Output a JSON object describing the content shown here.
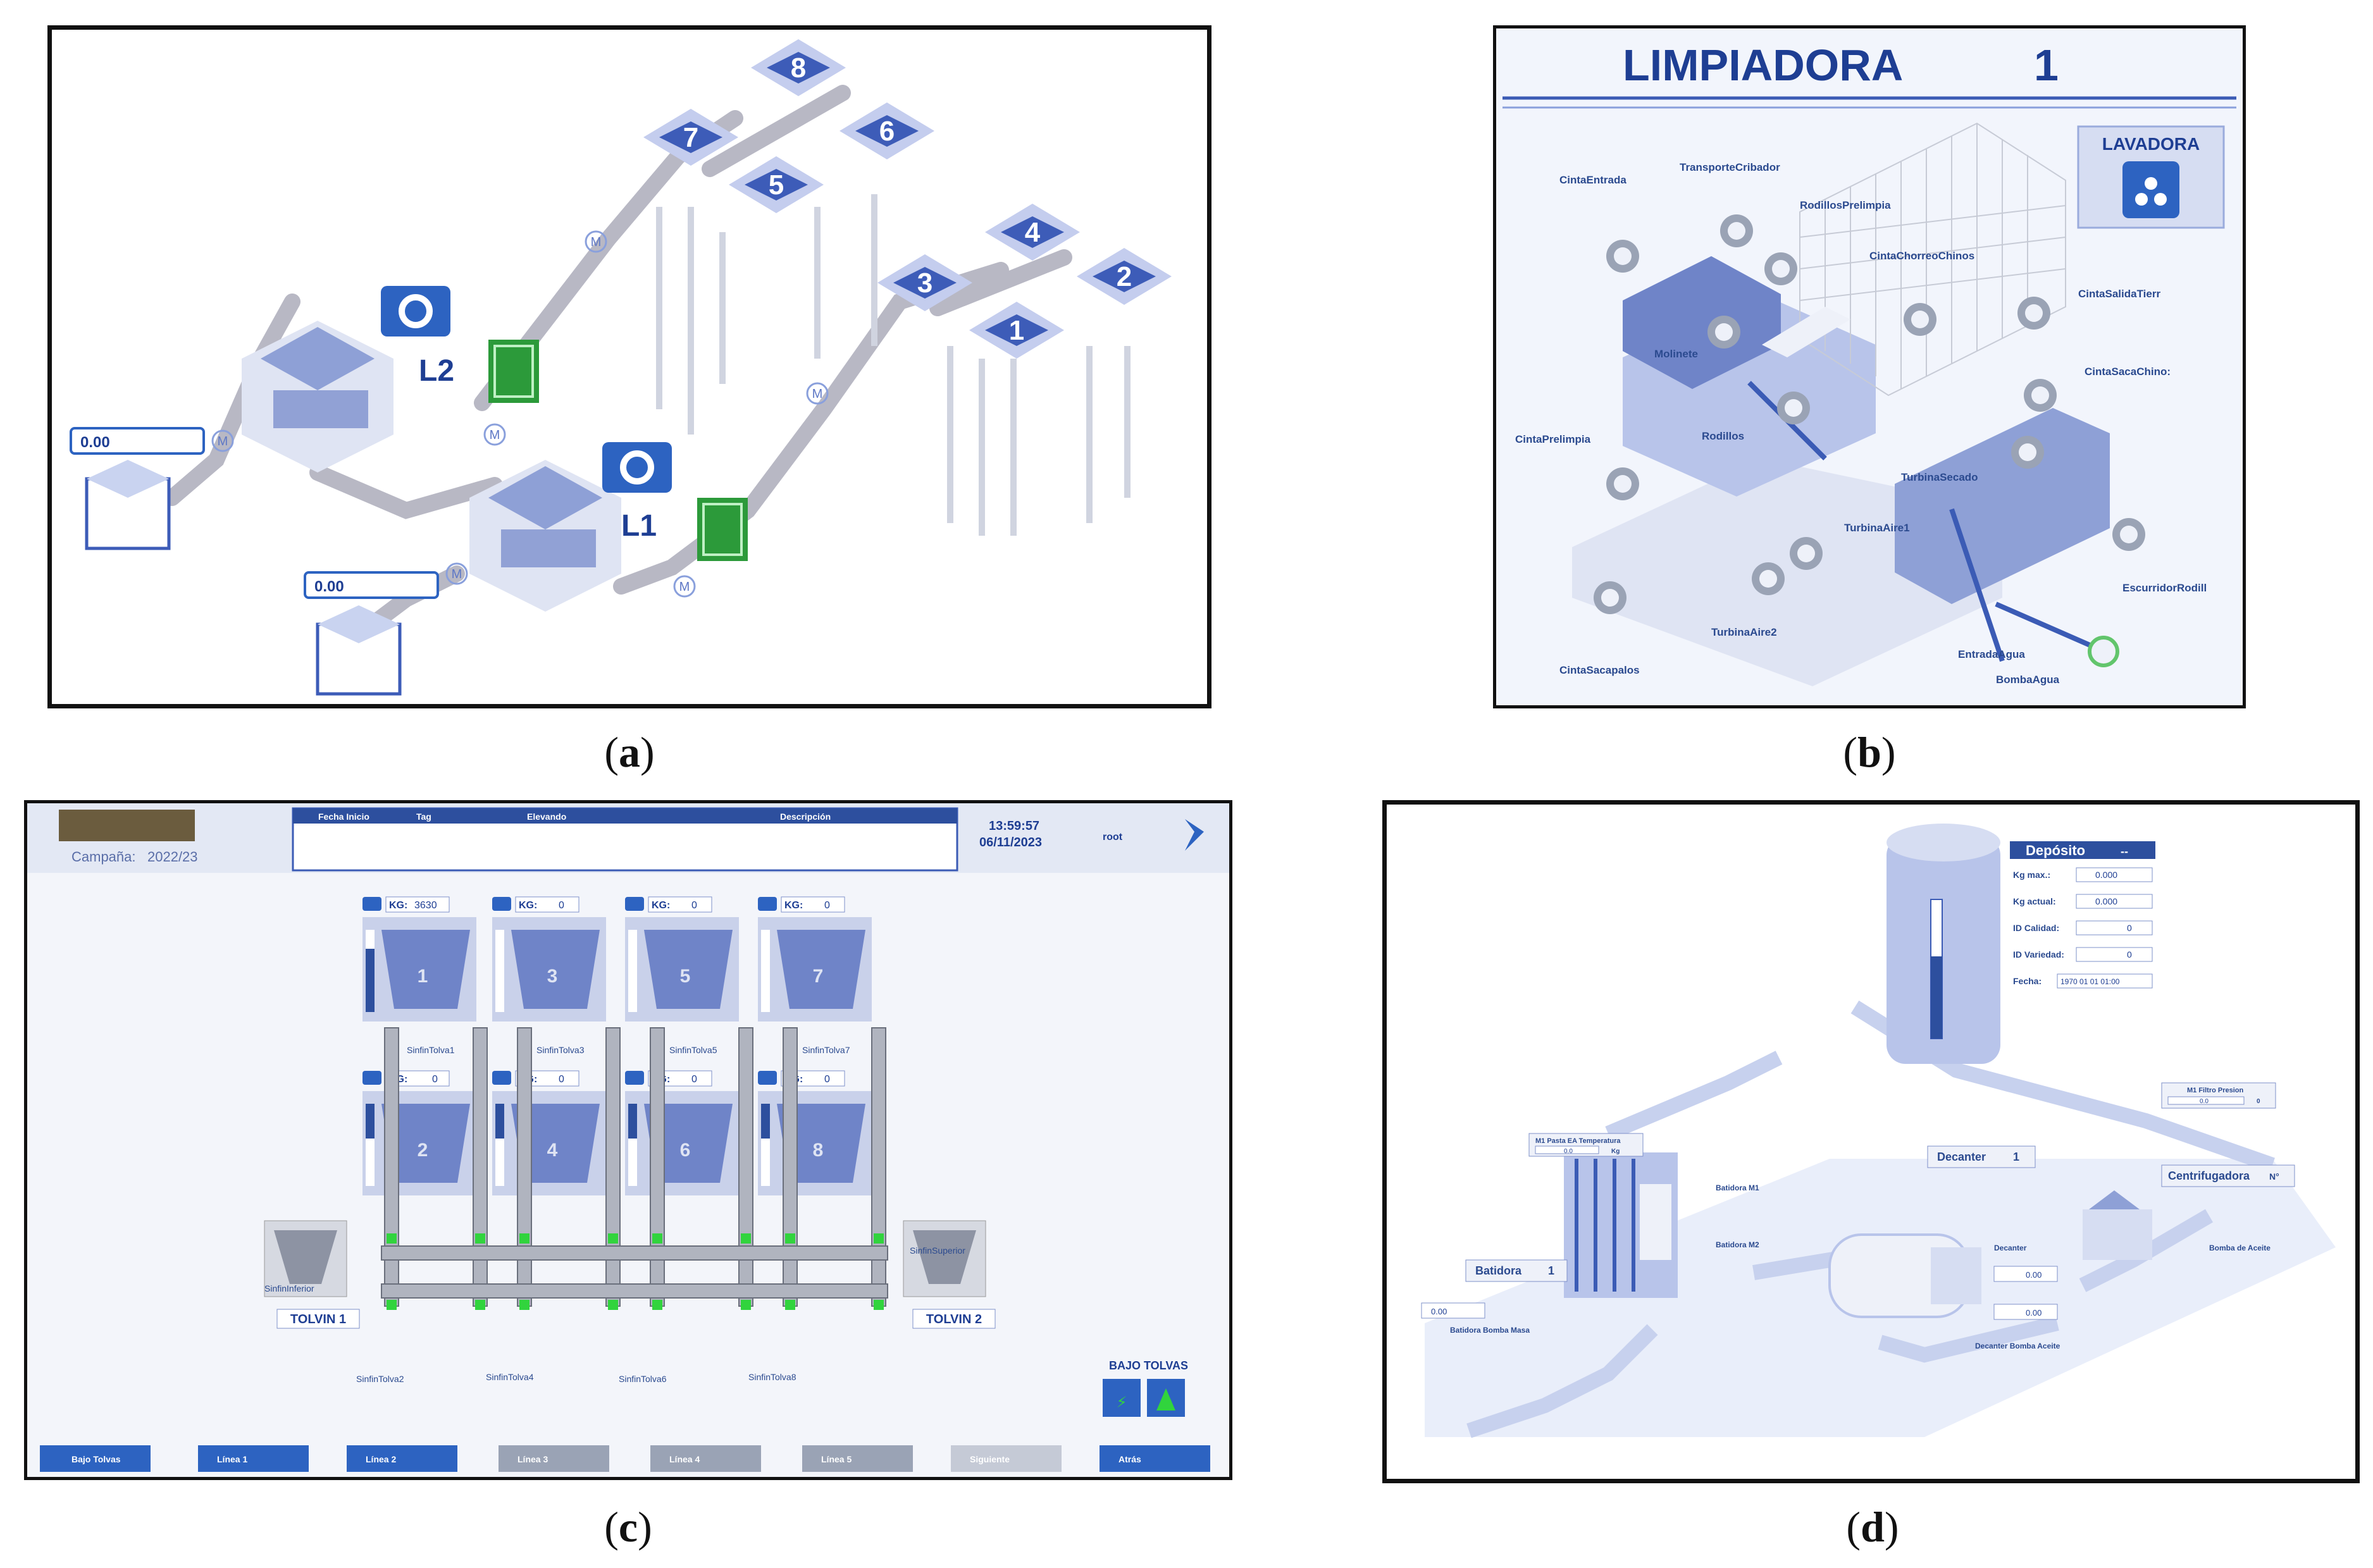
{
  "captions": {
    "a": "a",
    "b": "b",
    "c": "c",
    "d": "d"
  },
  "panel_a": {
    "hoppers": [
      "8",
      "7",
      "6",
      "5",
      "4",
      "3",
      "2",
      "1"
    ],
    "line_labels": [
      "L2",
      "L1"
    ],
    "value_fields": [
      "0.00",
      "0.00"
    ],
    "motor_symbol": "M"
  },
  "panel_b": {
    "title": "LIMPIADORA",
    "title_number": "1",
    "lavadora_label": "LAVADORA",
    "motors": [
      "CintaEntrada",
      "TransporteCribador",
      "RodillosPrelimpia",
      "CintaChorreoChinos",
      "CintaSalidaTierr",
      "CintaSacaChino:",
      "Molinete",
      "Rodillos",
      "CintaPrelimpia",
      "TurbinaSecado",
      "TurbinaAire1",
      "TurbinaAire2",
      "EscurridorRodill",
      "EntradaAgua",
      "BombaAgua",
      "CintaSacapalos"
    ]
  },
  "panel_c": {
    "campaign_label": "Campaña:",
    "campaign_value": "2022/23",
    "alarm_headers": [
      "Fecha Inicio",
      "Tag",
      "Elevando",
      "Descripción"
    ],
    "time": "13:59:57",
    "date": "06/11/2023",
    "user": "root",
    "kg_label": "KG:",
    "hoppers_top": [
      {
        "num": "1",
        "kg": "3630",
        "sinfin": "SinfinTolva1"
      },
      {
        "num": "3",
        "kg": "0",
        "sinfin": "SinfinTolva3"
      },
      {
        "num": "5",
        "kg": "0",
        "sinfin": "SinfinTolva5"
      },
      {
        "num": "7",
        "kg": "0",
        "sinfin": "SinfinTolva7"
      }
    ],
    "hoppers_bottom": [
      {
        "num": "2",
        "kg": "0",
        "sinfin": "SinfinTolva2"
      },
      {
        "num": "4",
        "kg": "0",
        "sinfin": "SinfinTolva4"
      },
      {
        "num": "6",
        "kg": "0",
        "sinfin": "SinfinTolva6"
      },
      {
        "num": "8",
        "kg": "0",
        "sinfin": "SinfinTolva8"
      }
    ],
    "left_conveyor": "SinfinInferior",
    "right_conveyor": "SinfinSuperior",
    "tolvin1": "TOLVIN 1",
    "tolvin2": "TOLVIN 2",
    "bajo_tolvas": "BAJO TOLVAS",
    "nav_buttons": [
      "Bajo Tolvas",
      "Línea 1",
      "Línea 2",
      "Línea 3",
      "Línea 4",
      "Línea 5",
      "Siguiente",
      "Atrás"
    ]
  },
  "panel_d": {
    "deposito_title": "Depósito",
    "deposito_suffix": "--",
    "deposito_rows": [
      {
        "label": "Kg max.:",
        "value": "0.000"
      },
      {
        "label": "Kg actual:",
        "value": "0.000"
      },
      {
        "label": "ID Calidad:",
        "value": "0"
      },
      {
        "label": "ID Variedad:",
        "value": "0"
      },
      {
        "label": "Fecha:",
        "value": "1970 01 01 01:00"
      }
    ],
    "batidora_temp_title": "M1 Pasta EA Temperatura",
    "batidora_temp_value": "0.0",
    "batidora_temp_unit": "Kg",
    "filter_title": "M1 Filtro Presion",
    "filter_value": "0.0",
    "filter_unit": "0",
    "decanter_label": "Decanter",
    "decanter_num": "1",
    "batidora_label": "Batidora",
    "batidora_num": "1",
    "centrifuga_label": "Centrifugadora",
    "centrifuga_num": "N°",
    "motor_labels": [
      "Batidora M1",
      "Batidora M2",
      "Batidora Bomba Masa",
      "Decanter",
      "Decanter Bomba Aceite",
      "Bomba de Aceite"
    ],
    "values": [
      "0.00",
      "0.00",
      "0.00"
    ]
  }
}
